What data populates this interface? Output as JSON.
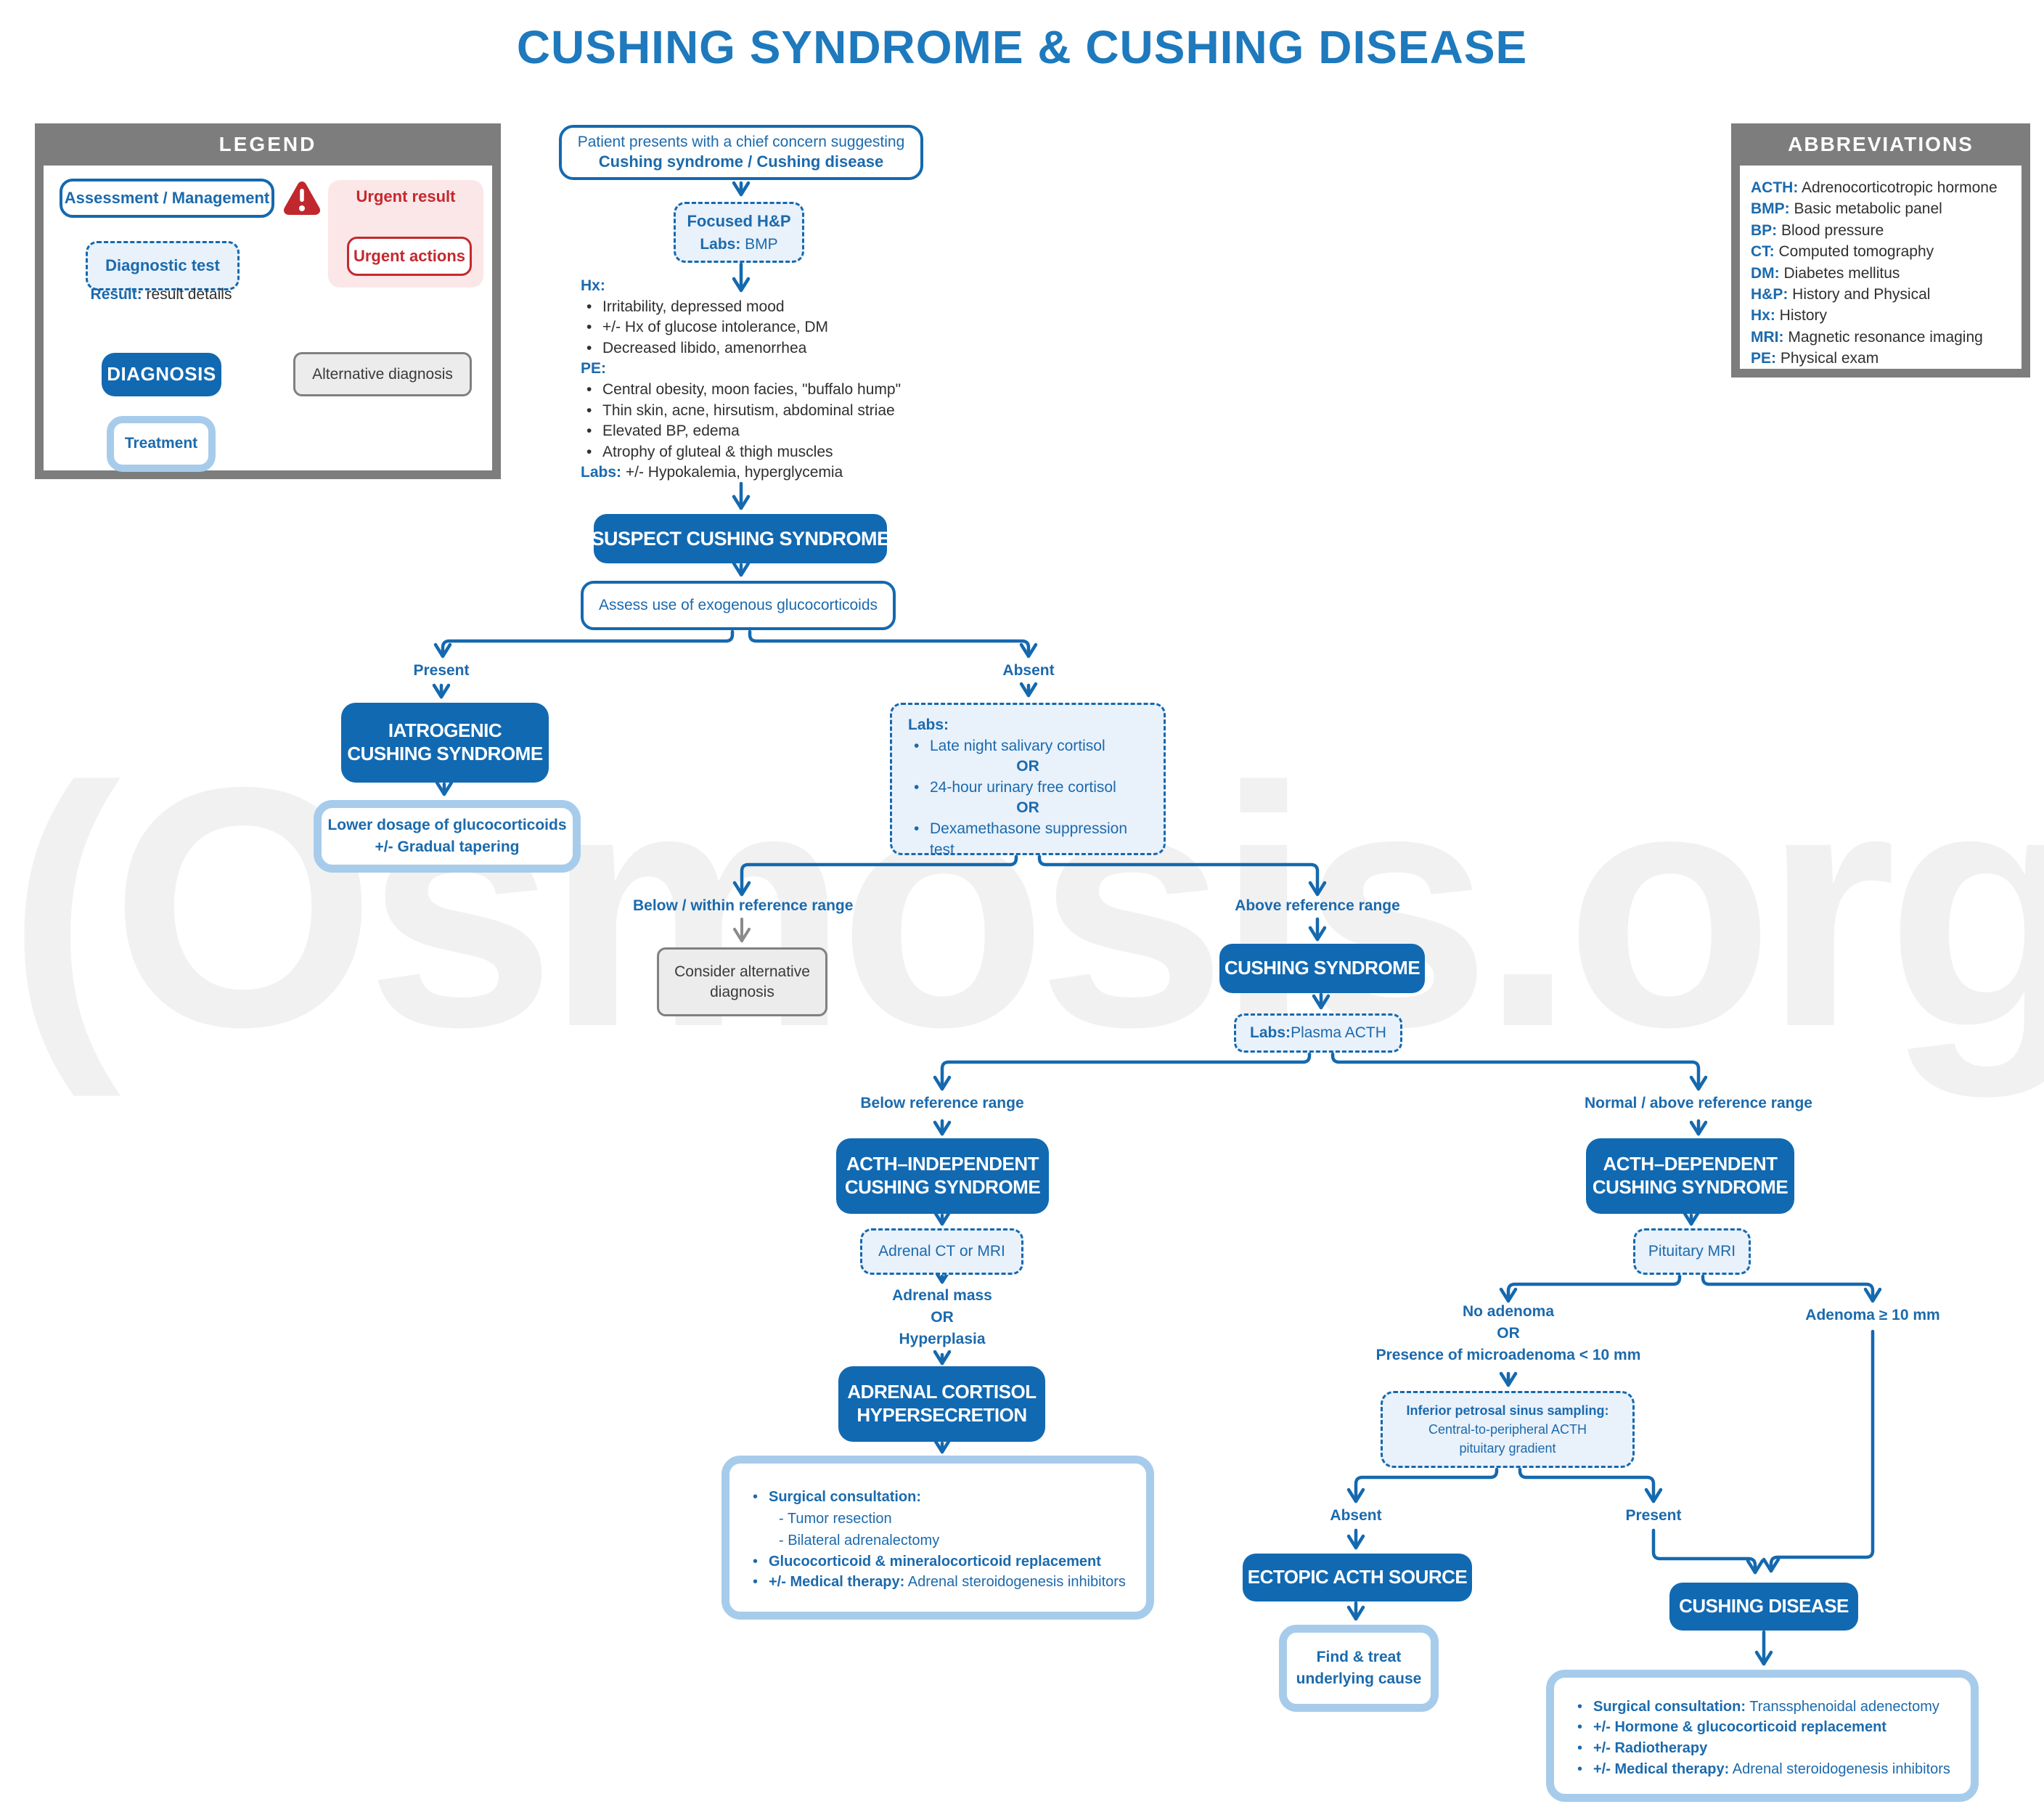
{
  "title": "CUSHING SYNDROME & CUSHING DISEASE",
  "watermark": "(Osmosis.org",
  "colors": {
    "primary_blue": "#1169b2",
    "border_blue": "#1469af",
    "text_blue": "#1b6aad",
    "light_blue_fill": "#e9f1fb",
    "treatment_border": "#a7cceb",
    "gray_header": "#7d7d7d",
    "red": "#c4292e",
    "pink_fill": "#fbe7e8"
  },
  "legend": {
    "header": "LEGEND",
    "assessment": "Assessment / Management",
    "warning_icon": "warning-triangle-icon",
    "urgent_result": "Urgent result",
    "urgent_actions": "Urgent actions",
    "diagnostic_test": "Diagnostic test",
    "result_label": "Result:",
    "result_value": " result details",
    "diagnosis": "DIAGNOSIS",
    "alternative": "Alternative diagnosis",
    "treatment": "Treatment"
  },
  "abbreviations": {
    "header": "ABBREVIATIONS",
    "items": [
      {
        "abbr": "ACTH:",
        "full": " Adrenocorticotropic hormone"
      },
      {
        "abbr": "BMP:",
        "full": " Basic metabolic panel"
      },
      {
        "abbr": "BP:",
        "full": " Blood pressure"
      },
      {
        "abbr": "CT:",
        "full": " Computed tomography"
      },
      {
        "abbr": "DM:",
        "full": " Diabetes mellitus"
      },
      {
        "abbr": "H&P:",
        "full": " History and Physical"
      },
      {
        "abbr": "Hx:",
        "full": " History"
      },
      {
        "abbr": "MRI:",
        "full": " Magnetic resonance imaging"
      },
      {
        "abbr": "PE:",
        "full": " Physical exam"
      }
    ]
  },
  "flow": {
    "patient_line1": "Patient presents with a chief concern suggesting",
    "patient_line2": "Cushing syndrome / Cushing disease",
    "focused_line1": "Focused H&P",
    "focused_labs_label": "Labs:",
    "focused_labs_value": " BMP",
    "hx_label": "Hx:",
    "hx_items": [
      "Irritability, depressed mood",
      "+/- Hx of glucose intolerance, DM",
      "Decreased libido, amenorrhea"
    ],
    "pe_label": "PE:",
    "pe_items": [
      "Central obesity, moon facies, \"buffalo hump\"",
      "Thin skin, acne, hirsutism, abdominal striae",
      "Elevated BP, edema",
      "Atrophy of gluteal & thigh muscles"
    ],
    "labs_label": "Labs:",
    "labs_value": " +/- Hypokalemia, hyperglycemia",
    "suspect": "SUSPECT CUSHING SYNDROME",
    "assess": "Assess use of exogenous glucocorticoids",
    "present": "Present",
    "absent": "Absent",
    "iatrogenic_line1": "IATROGENIC",
    "iatrogenic_line2": "CUSHING SYNDROME",
    "iatrogenic_tx_line1": "Lower dosage of glucocorticoids",
    "iatrogenic_tx_line2": "+/- Gradual tapering",
    "screening_labs": {
      "label": "Labs:",
      "or1": "OR",
      "or2": "OR",
      "items": [
        "Late night salivary cortisol",
        "24-hour urinary free cortisol",
        "Dexamethasone suppression test"
      ]
    },
    "below_within": "Below / within reference range",
    "above": "Above reference range",
    "consider_alt_line1": "Consider alternative",
    "consider_alt_line2": "diagnosis",
    "cushing_syndrome": "CUSHING SYNDROME",
    "plasma_acth_label": "Labs:",
    "plasma_acth_value": " Plasma ACTH",
    "below_ref": "Below reference range",
    "normal_above_ref": "Normal / above reference range",
    "acth_independent_line1": "ACTH–INDEPENDENT",
    "acth_independent_line2": "CUSHING SYNDROME",
    "adrenal_ct": "Adrenal CT or MRI",
    "adrenal_mass": "Adrenal mass",
    "or_mass": "OR",
    "hyperplasia": "Hyperplasia",
    "adrenal_hyp_line1": "ADRENAL CORTISOL",
    "adrenal_hyp_line2": "HYPERSECRETION",
    "adrenal_tx": {
      "b1_label": "Surgical consultation:",
      "b1_sub1": "- Tumor resection",
      "b1_sub2": "- Bilateral adrenalectomy",
      "b2": "Glucocorticoid & mineralocorticoid replacement",
      "b3_label": "+/- Medical therapy:",
      "b3_value": " Adrenal steroidogenesis inhibitors"
    },
    "acth_dependent_line1": "ACTH–DEPENDENT",
    "acth_dependent_line2": "CUSHING SYNDROME",
    "pituitary_mri": "Pituitary MRI",
    "no_adenoma": "No adenoma",
    "or_adenoma": "OR",
    "microadenoma": "Presence of microadenoma < 10 mm",
    "adenoma_10": "Adenoma ≥ 10 mm",
    "ipss_line1": "Inferior petrosal sinus sampling:",
    "ipss_line2": "Central-to-peripheral ACTH",
    "ipss_line3": "pituitary gradient",
    "ipss_absent": "Absent",
    "ipss_present": "Present",
    "ectopic": "ECTOPIC ACTH SOURCE",
    "ectopic_tx_line1": "Find & treat",
    "ectopic_tx_line2": "underlying cause",
    "cushing_disease": "CUSHING DISEASE",
    "disease_tx": {
      "b1_label": "Surgical consultation:",
      "b1_value": " Transsphenoidal adenectomy",
      "b2": "+/- Hormone & glucocorticoid replacement",
      "b3": "+/- Radiotherapy",
      "b4_label": "+/- Medical therapy:",
      "b4_value": " Adrenal steroidogenesis inhibitors"
    }
  }
}
